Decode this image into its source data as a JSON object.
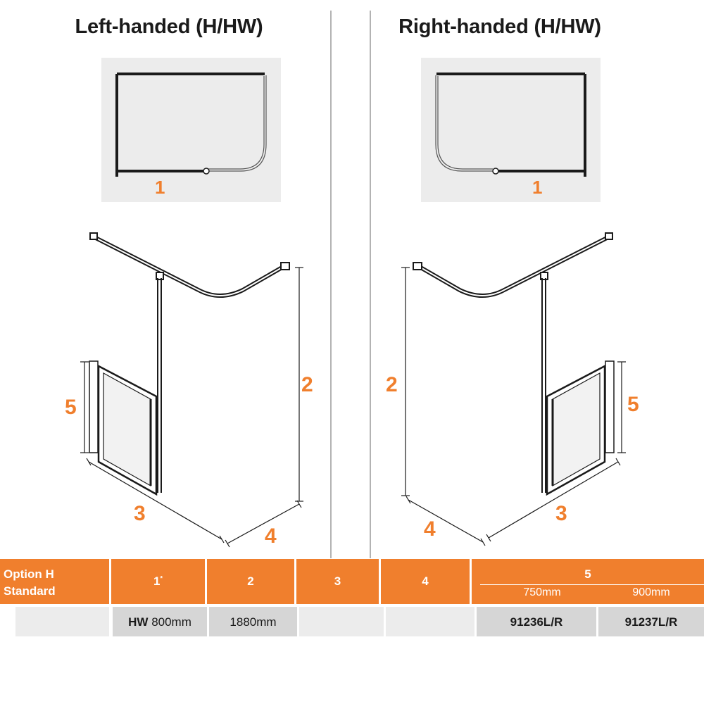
{
  "left": {
    "title": "Left-handed (H/HW)",
    "plan_label": "1"
  },
  "right": {
    "title": "Right-handed (H/HW)",
    "plan_label": "1"
  },
  "dims": {
    "two": "2",
    "three": "3",
    "four": "4",
    "five": "5"
  },
  "table": {
    "option_line1": "Option H",
    "option_line2": "Standard",
    "col1": "1",
    "col1_sup": "*",
    "col2": "2",
    "col3": "3",
    "col4": "4",
    "col5": "5",
    "col5_sub1": "750mm",
    "col5_sub2": "900mm",
    "row_col1_prefix": "HW",
    "row_col1_value": "800mm",
    "row_col2_value": "1880mm",
    "row_col5a": "91236L/R",
    "row_col5b": "91237L/R"
  },
  "colors": {
    "accent": "#f07f2d",
    "panel_bg": "#ececec",
    "divider": "#b3b3b3",
    "frame": "#1a1a1a"
  }
}
